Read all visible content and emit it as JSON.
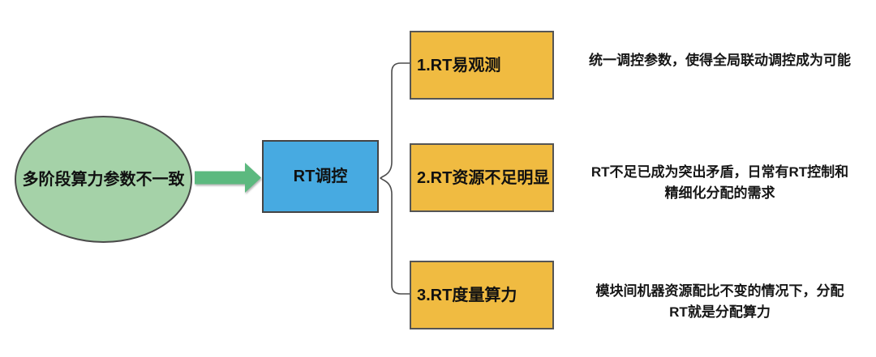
{
  "diagram": {
    "type": "flowchart",
    "root_node": {
      "label": "多阶段算力参数不一致",
      "shape": "ellipse"
    },
    "center_node": {
      "label": "RT调控",
      "shape": "rectangle"
    },
    "branches": [
      {
        "label": "1.RT易观测",
        "description": "统一调控参数，使得全局联动调控成为可能"
      },
      {
        "label": "2.RT资源不足明显",
        "description": "RT不足已成为突出矛盾，日常有RT控制和\n精细化分配的需求"
      },
      {
        "label": "3.RT度量算力",
        "description": "模块间机器资源配比不变的情况下，分配\nRT就是分配算力"
      }
    ],
    "icons": {
      "arrow_right": "block-arrow-right-icon",
      "brace": "curly-brace-connector"
    },
    "colors": {
      "background": "#ffffff",
      "ellipse_fill": "#a5d2a8",
      "arrow_fill": "#5cb97f",
      "center_fill": "#47aae1",
      "branch_fill": "#f0bb41",
      "stroke": "#4d4d4d",
      "text": "#111111"
    }
  }
}
